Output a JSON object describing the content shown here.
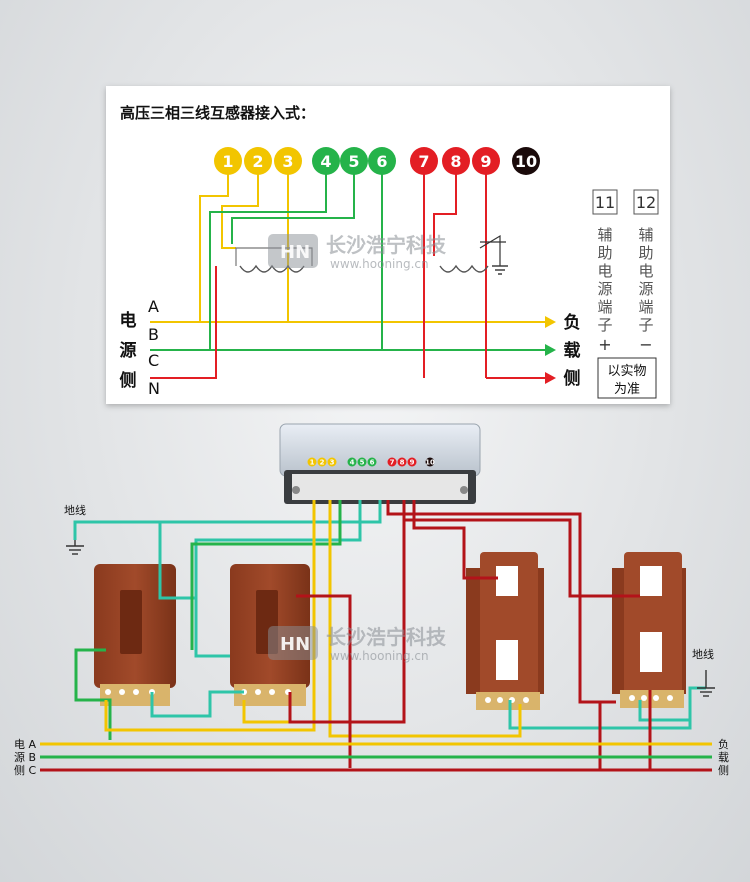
{
  "diagram": {
    "title": "高压三相三线互感器接入式：",
    "terminals": [
      {
        "label": "1",
        "color": "#f2c500"
      },
      {
        "label": "2",
        "color": "#f2c500"
      },
      {
        "label": "3",
        "color": "#f2c500"
      },
      {
        "label": "4",
        "color": "#25b34a"
      },
      {
        "label": "5",
        "color": "#25b34a"
      },
      {
        "label": "6",
        "color": "#25b34a"
      },
      {
        "label": "7",
        "color": "#e31e24"
      },
      {
        "label": "8",
        "color": "#e31e24"
      },
      {
        "label": "9",
        "color": "#e31e24"
      },
      {
        "label": "10",
        "color": "#1a0a0a"
      }
    ],
    "source_side": [
      "电",
      "源",
      "侧"
    ],
    "load_side": [
      "负",
      "载",
      "侧"
    ],
    "phases": [
      "A",
      "B",
      "C",
      "N"
    ],
    "aux": [
      {
        "num": "11",
        "chars": [
          "辅",
          "助",
          "电",
          "源",
          "端",
          "子"
        ],
        "sign": "+"
      },
      {
        "num": "12",
        "chars": [
          "辅",
          "助",
          "电",
          "源",
          "端",
          "子"
        ],
        "sign": "−"
      }
    ],
    "note": [
      "以实物",
      "为准"
    ]
  },
  "watermark": {
    "cn": "长沙浩宁科技",
    "url": "www.hooning.cn"
  },
  "photo": {
    "ground_left": "地线",
    "ground_right": "地线",
    "source_labels": [
      "电 A",
      "源 B",
      "侧 C"
    ],
    "load_labels": [
      "负",
      "载",
      "侧"
    ],
    "meter_terminals": [
      "1",
      "2",
      "3",
      "4",
      "5",
      "6",
      "7",
      "8",
      "9",
      "10"
    ]
  },
  "colors": {
    "phase_a": "#f2c500",
    "phase_b": "#25b34a",
    "phase_c": "#e31e24",
    "ground": "#2ec5a8"
  }
}
